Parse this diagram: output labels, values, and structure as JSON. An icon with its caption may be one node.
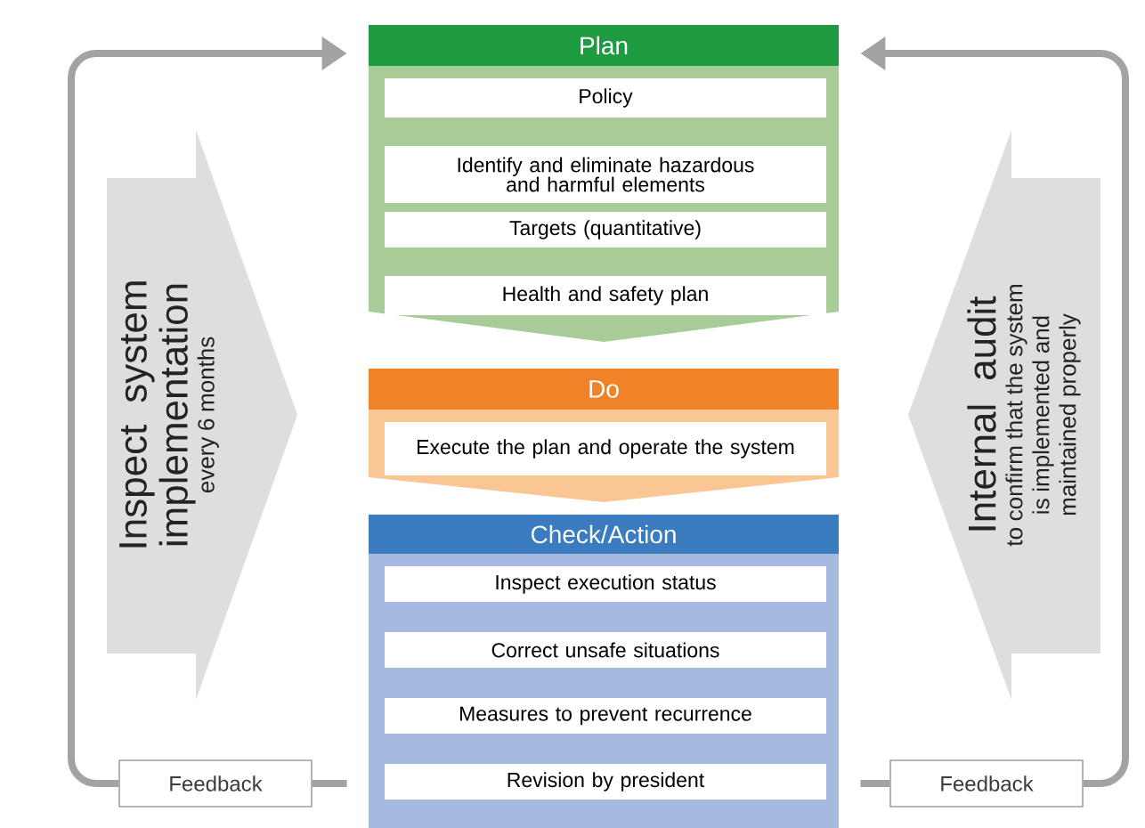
{
  "diagram": {
    "nodes": [
      {
        "text": [
          "Plan"
        ]
      },
      {
        "text": [
          "Policy"
        ],
        "in": 0
      },
      {
        "text": [
          "Identify and eliminate hazardous and harmful elements"
        ],
        "in": 0
      },
      {
        "text": [
          "Targets (quantitative)"
        ],
        "in": 0
      },
      {
        "text": [
          "Health and safety plan"
        ],
        "in": 0
      },
      {
        "text": [
          "Do"
        ]
      },
      {
        "text": [
          "Execute the plan and operate the system"
        ],
        "in": 5
      },
      {
        "text": [
          "Check/Action"
        ]
      },
      {
        "text": [
          "Inspect execution status"
        ],
        "in": 7
      },
      {
        "text": [
          "Correct unsafe situations"
        ],
        "in": 7
      },
      {
        "text": [
          "Measures to prevent recurrence"
        ],
        "in": 7
      },
      {
        "text": [
          "Revision by president"
        ],
        "in": 7
      },
      {
        "text": [
          "Inspect system implementation",
          "every 6 months"
        ]
      },
      {
        "text": [
          "Internal audit",
          "to confirm that the system is implemented and maintained properly"
        ]
      },
      {
        "text": [
          "Feedback"
        ]
      },
      {
        "text": [
          "Feedback"
        ]
      }
    ],
    "edges": [
      {
        "from": 7,
        "to": 14,
        "arrow": "none"
      },
      {
        "from": 14,
        "to": 0,
        "arrow": "to"
      },
      {
        "from": 7,
        "to": 15,
        "arrow": "none"
      },
      {
        "from": 15,
        "to": 0,
        "arrow": "to"
      }
    ]
  }
}
